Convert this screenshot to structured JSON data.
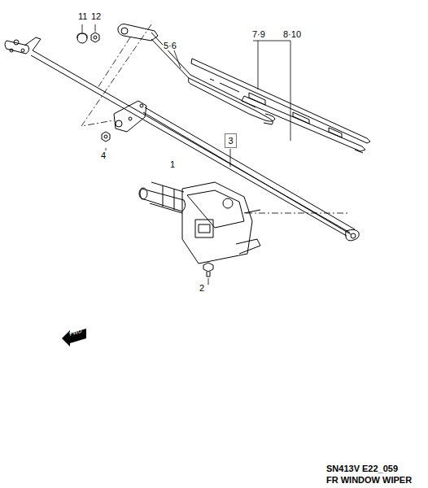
{
  "diagram": {
    "nodes": [
      {
        "text": [
          "3"
        ]
      }
    ],
    "edges": [],
    "labels": [
      "11",
      "12",
      "5·6",
      "7·9",
      "8·10",
      "1",
      "2",
      "4",
      "FWD",
      "SN413V E22_059",
      "FR WINDOW WIPER"
    ]
  }
}
